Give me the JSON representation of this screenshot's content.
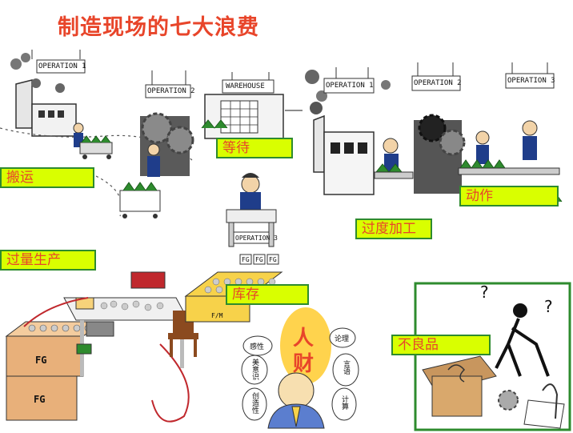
{
  "title": "制造现场的七大浪费",
  "waste_labels": {
    "transport": "搬运",
    "waiting": "等待",
    "over_processing": "过度加工",
    "motion": "动作",
    "over_production": "过量生产",
    "inventory": "库存",
    "defects": "不良品"
  },
  "signs": {
    "op1_left": "OPERATION 1",
    "op2_left": "OPERATION 2",
    "warehouse": "WAREHOUSE",
    "op3_desk": "OPERATION 3",
    "op1_right": "OPERATION 1",
    "op2_right": "OPERATION 2",
    "op3_right": "OPERATION 3",
    "fg": "FG",
    "fm": "F/M"
  },
  "talent": {
    "char_top": "人",
    "char_bottom": "财",
    "traits": [
      "感性",
      "美意识",
      "创造性",
      "论理",
      "言语",
      "计算"
    ]
  },
  "colors": {
    "title": "#e8452a",
    "label_bg": "#d9ff00",
    "label_border": "#2e8b2e",
    "label_text": "#e8452a",
    "defect_frame": "#2e8b2e",
    "head_glow": "#ffd34d"
  }
}
